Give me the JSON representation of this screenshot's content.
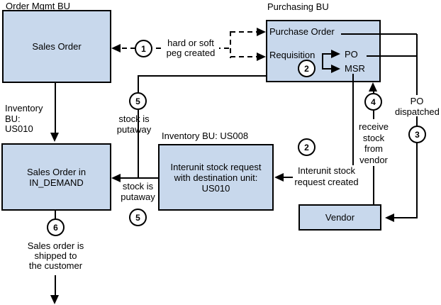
{
  "colors": {
    "box_fill": "#C8D8EC",
    "box_border": "#000000",
    "line": "#000000",
    "background": "#FFFFFF"
  },
  "bu_labels": {
    "order_mgmt": "Order Mgmt BU",
    "purchasing": "Purchasing BU",
    "inventory_us008": "Inventory BU: US008"
  },
  "boxes": {
    "sales_order": {
      "label": "Sales Order"
    },
    "purchasing": {
      "purchase_order": "Purchase Order",
      "requisition": "Requisition",
      "po": "PO",
      "msr": "MSR"
    },
    "sales_order_in_demand": {
      "line1": "Sales Order in",
      "line2": "IN_DEMAND"
    },
    "interunit": {
      "line1": "Interunit stock request",
      "line2": "with destination unit:",
      "line3": "US010"
    },
    "vendor": {
      "label": "Vendor"
    }
  },
  "steps": {
    "s1": "1",
    "s2": "2",
    "s3": "3",
    "s4": "4",
    "s5": "5",
    "s6": "6"
  },
  "annotations": {
    "peg_created": {
      "line1": "hard or soft",
      "line2": "peg created"
    },
    "inventory_bu_us010": {
      "line1": "Inventory",
      "line2": "BU:",
      "line3": "US010"
    },
    "stock_is_putaway_top": "stock is putaway",
    "stock_is_putaway_bottom": {
      "line1": "stock is",
      "line2": "putaway"
    },
    "interunit_created": {
      "line1": "Interunit stock",
      "line2": "request created"
    },
    "receive_stock": {
      "line1": "receive",
      "line2": "stock",
      "line3": "from",
      "line4": "vendor"
    },
    "po_dispatched": {
      "line1": "PO",
      "line2": "dispatched"
    },
    "shipped": {
      "line1": "Sales order is",
      "line2": "shipped to",
      "line3": "the customer"
    }
  }
}
